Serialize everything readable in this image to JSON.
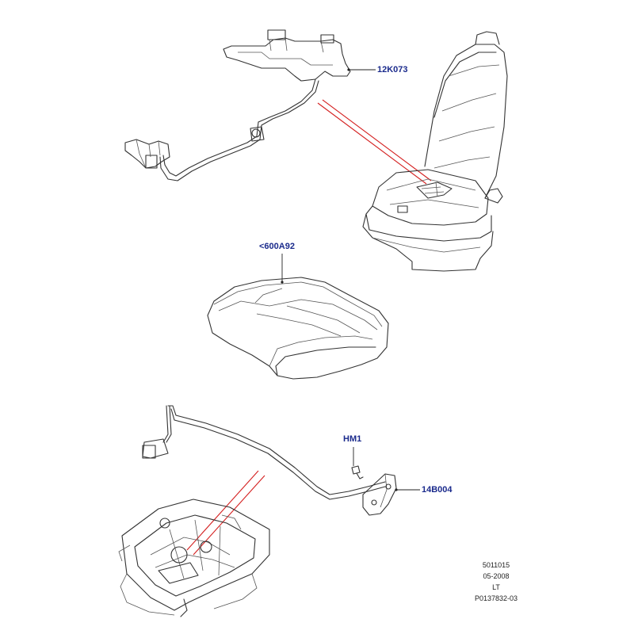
{
  "callouts": {
    "harness_top": "12K073",
    "cushion": "<600A92",
    "screw": "HM1",
    "harness_bottom": "14B004"
  },
  "footer": {
    "line1": "5011015",
    "line2": "05-2008",
    "line3": "LT",
    "line4": "P0137832-03"
  },
  "colors": {
    "callout_text": "#1a2a8c",
    "pointer_lines": "#d42020",
    "linework": "#333333"
  }
}
